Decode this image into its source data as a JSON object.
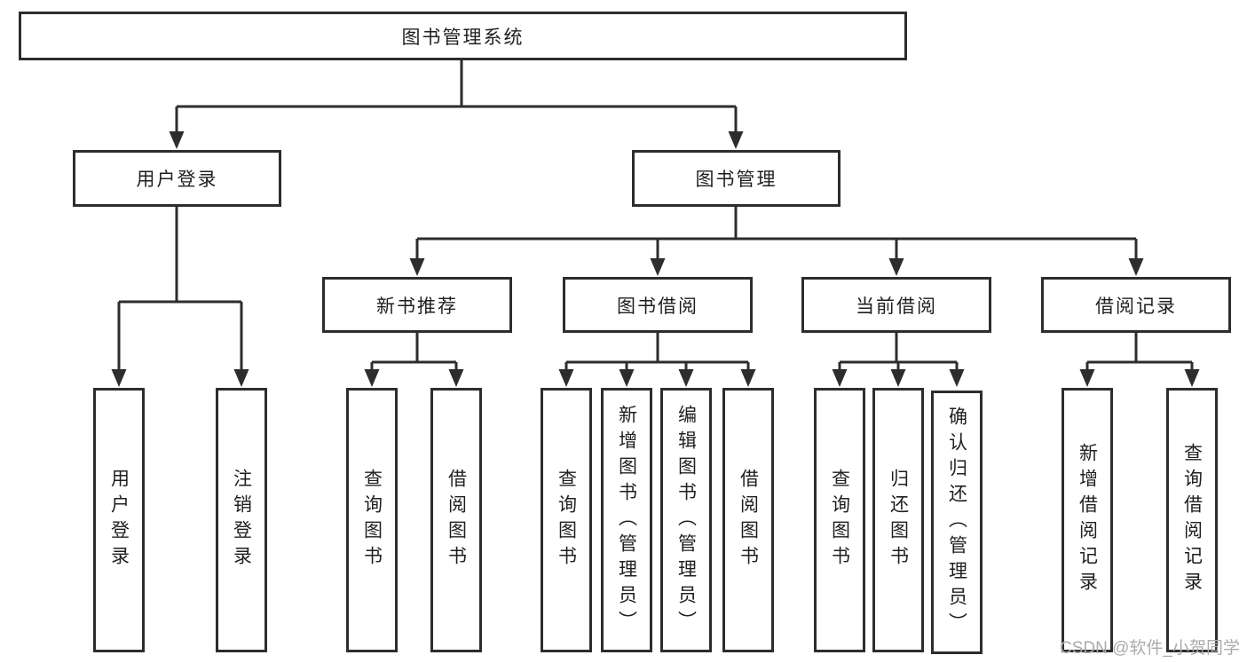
{
  "root": {
    "label": "图书管理系统"
  },
  "branches": [
    {
      "label": "用户登录",
      "leaves": [
        {
          "label": "用户登录"
        },
        {
          "label": "注销登录"
        }
      ]
    },
    {
      "label": "图书管理",
      "groups": [
        {
          "label": "新书推荐",
          "leaves": [
            {
              "label": "查询图书"
            },
            {
              "label": "借阅图书"
            }
          ]
        },
        {
          "label": "图书借阅",
          "leaves": [
            {
              "label": "查询图书"
            },
            {
              "label": "新增图书（管理员）"
            },
            {
              "label": "编辑图书（管理员）"
            },
            {
              "label": "借阅图书"
            }
          ]
        },
        {
          "label": "当前借阅",
          "leaves": [
            {
              "label": "查询图书"
            },
            {
              "label": "归还图书"
            },
            {
              "label": "确认归还（管理员）"
            }
          ]
        },
        {
          "label": "借阅记录",
          "leaves": [
            {
              "label": "新增借阅记录"
            },
            {
              "label": "查询借阅记录"
            }
          ]
        }
      ]
    }
  ],
  "watermark": "CSDN @软件_小贺同学",
  "colors": {
    "line": "#2d2d2d",
    "text": "#1f1f1f",
    "watermark": "#ababab",
    "background": "#ffffff"
  }
}
